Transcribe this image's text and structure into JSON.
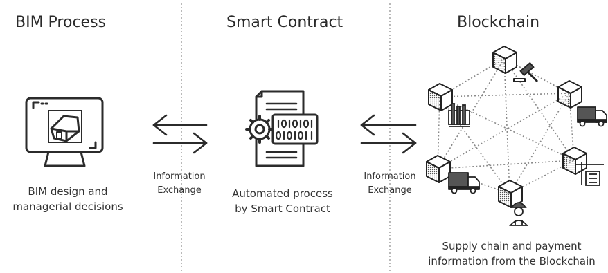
{
  "columns": [
    {
      "heading": "BIM Process",
      "caption_line1": "BIM design and",
      "caption_line2": "managerial decisions",
      "icon": "computer-house-icon"
    },
    {
      "heading": "Smart Contract",
      "caption_line1": "Automated process",
      "caption_line2": "by Smart Contract",
      "icon": "document-gear-binary-icon"
    },
    {
      "heading": "Blockchain",
      "caption_line1": "Supply chain and payment",
      "caption_line2": "information from the Blockchain",
      "icon": "blockchain-network-icon"
    }
  ],
  "exchanges": [
    {
      "line1": "Information",
      "line2": "Exchange"
    },
    {
      "line1": "Information",
      "line2": "Exchange"
    }
  ],
  "block_icons": [
    "gavel-icon",
    "truck-icon",
    "crane-building-icon",
    "worker-icon",
    "truck-icon",
    "factory-icon"
  ],
  "colors": {
    "line": "#333333",
    "dotted": "#888888"
  }
}
